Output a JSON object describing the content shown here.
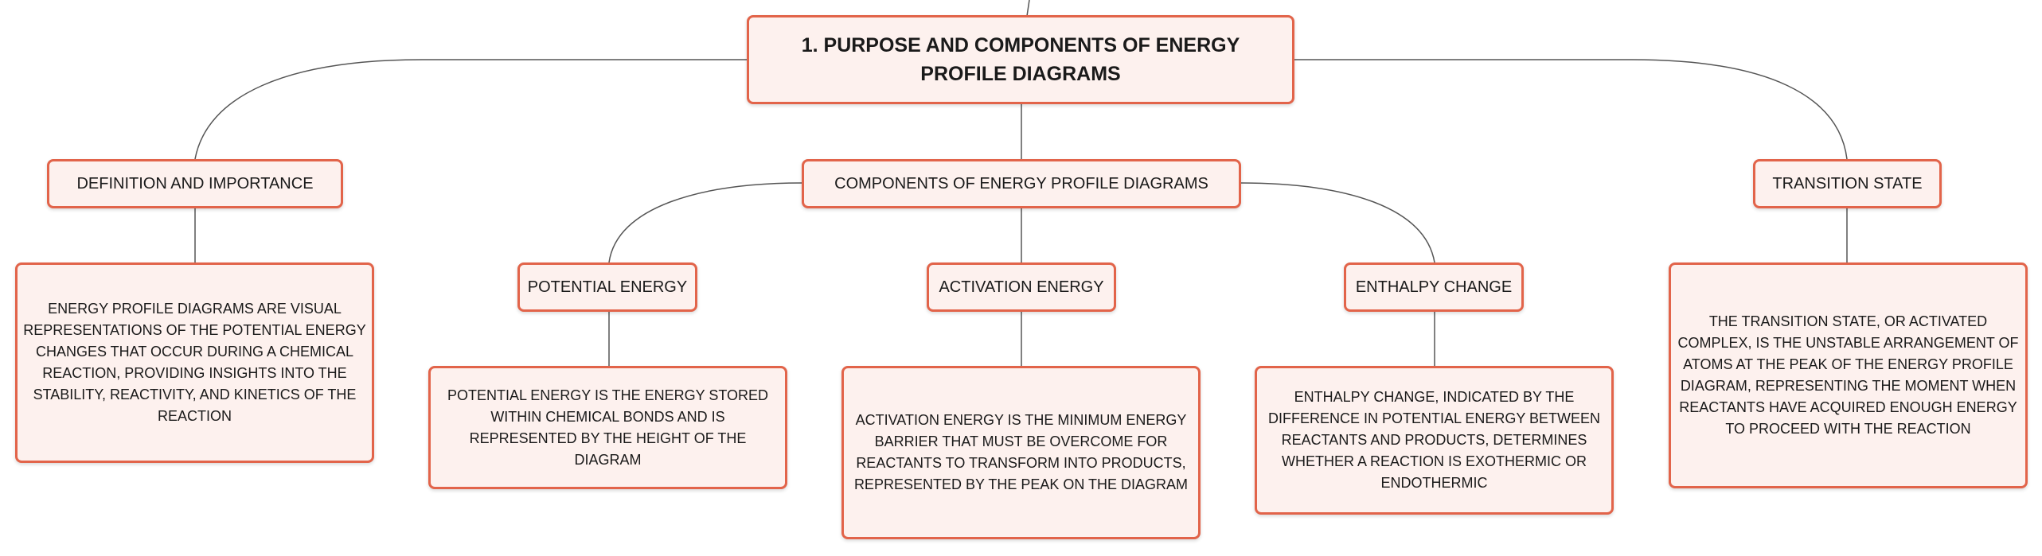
{
  "diagram": {
    "root": "1. PURPOSE AND COMPONENTS OF ENERGY PROFILE DIAGRAMS",
    "definition": {
      "title": "DEFINITION AND IMPORTANCE",
      "text": "ENERGY PROFILE DIAGRAMS ARE VISUAL REPRESENTATIONS OF THE POTENTIAL ENERGY CHANGES THAT OCCUR DURING A CHEMICAL REACTION, PROVIDING INSIGHTS INTO THE STABILITY, REACTIVITY, AND KINETICS OF THE REACTION"
    },
    "components": {
      "title": "COMPONENTS OF ENERGY PROFILE DIAGRAMS",
      "potential": {
        "title": "POTENTIAL ENERGY",
        "text": "POTENTIAL ENERGY IS THE ENERGY STORED WITHIN CHEMICAL BONDS AND IS REPRESENTED BY THE HEIGHT OF THE DIAGRAM"
      },
      "activation": {
        "title": "ACTIVATION ENERGY",
        "text": "ACTIVATION ENERGY IS THE MINIMUM ENERGY BARRIER THAT MUST BE OVERCOME FOR REACTANTS TO TRANSFORM INTO PRODUCTS, REPRESENTED BY THE PEAK ON THE DIAGRAM"
      },
      "enthalpy": {
        "title": "ENTHALPY CHANGE",
        "text": "ENTHALPY CHANGE, INDICATED BY THE DIFFERENCE IN POTENTIAL ENERGY BETWEEN REACTANTS AND PRODUCTS, DETERMINES WHETHER A REACTION IS EXOTHERMIC OR ENDOTHERMIC"
      }
    },
    "transition": {
      "title": "TRANSITION STATE",
      "text": "THE TRANSITION STATE, OR ACTIVATED COMPLEX, IS THE UNSTABLE ARRANGEMENT OF ATOMS AT THE PEAK OF THE ENERGY PROFILE DIAGRAM, REPRESENTING THE MOMENT WHEN REACTANTS HAVE ACQUIRED ENOUGH ENERGY TO PROCEED WITH THE REACTION"
    }
  },
  "colors": {
    "node_border": "#e2644a",
    "node_fill": "#fdf1ee",
    "connector": "#555555"
  }
}
